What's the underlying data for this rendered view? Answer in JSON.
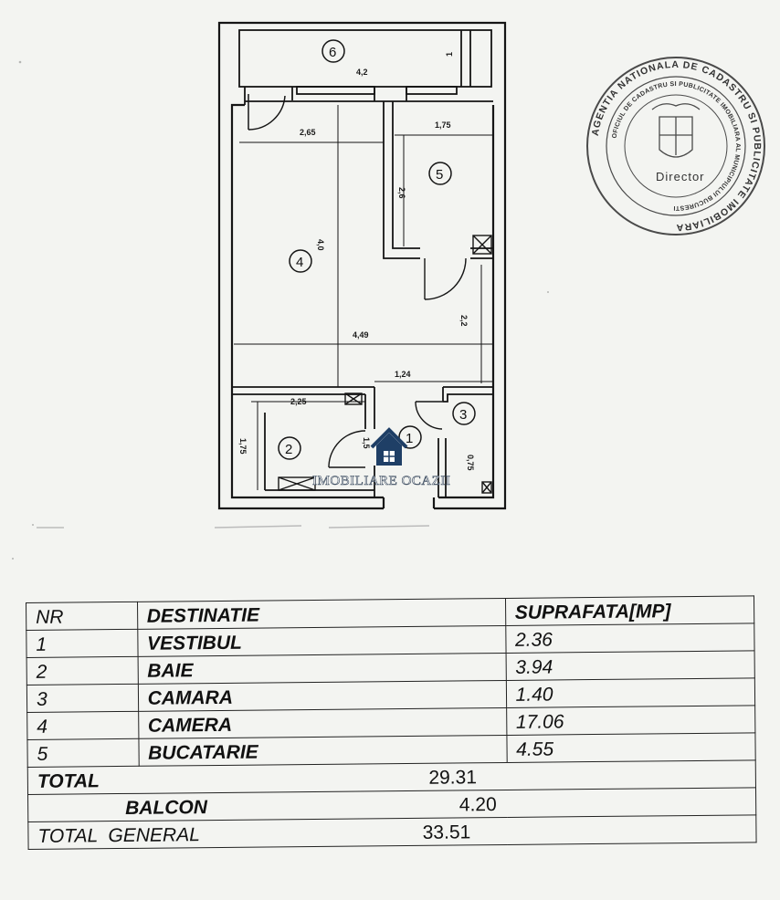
{
  "plan": {
    "rooms": [
      {
        "number": "1",
        "name_ref": "vestibul"
      },
      {
        "number": "2",
        "name_ref": "baie"
      },
      {
        "number": "3",
        "name_ref": "camara"
      },
      {
        "number": "4",
        "name_ref": "camera"
      },
      {
        "number": "5",
        "name_ref": "bucatarie"
      },
      {
        "number": "6",
        "name_ref": "balcon"
      }
    ],
    "dimensions": {
      "balcony_length": "4,2",
      "balcony_depth": "1",
      "camera_width": "2,65",
      "kitchen_width": "1,75",
      "kitchen_depth": "2,6",
      "camera_depth": "4,0",
      "full_width": "4,49",
      "passage_depth": "2,2",
      "hall_width": "1,24",
      "bath_width": "2,25",
      "bath_depth": "1,75",
      "hall_depth": "1,5",
      "pantry_width": "0,75"
    }
  },
  "stamp": {
    "outer_text": "AGENTIA NATIONALA DE CADASTRU SI PUBLICITATE IMOBILIARA",
    "inner_text": "OFICIUL DE CADASTRU SI PUBLICITATE IMOBILIARA AL MUNICIPIULUI BUCURESTI",
    "center_text": "Director"
  },
  "watermark": {
    "text": "IMOBILIARE OCAZII"
  },
  "table": {
    "headers": {
      "nr": "NR",
      "destinatie": "DESTINATIE",
      "suprafata": "SUPRAFATA[MP]"
    },
    "rows": [
      {
        "nr": "1",
        "destinatie": "VESTIBUL",
        "suprafata": "2.36"
      },
      {
        "nr": "2",
        "destinatie": "BAIE",
        "suprafata": "3.94"
      },
      {
        "nr": "3",
        "destinatie": "CAMARA",
        "suprafata": "1.40"
      },
      {
        "nr": "4",
        "destinatie": "CAMERA",
        "suprafata": "17.06"
      },
      {
        "nr": "5",
        "destinatie": "BUCATARIE",
        "suprafata": "4.55"
      }
    ],
    "total": {
      "label": "TOTAL",
      "value": "29.31"
    },
    "balcon": {
      "label": "BALCON",
      "value": "4.20"
    },
    "total_general": {
      "label": "TOTAL  GENERAL",
      "value": "33.51"
    }
  },
  "colors": {
    "paper": "#f3f4f1",
    "ink": "#141414",
    "stamp": "#4a4a4a",
    "watermark_house": "#1f3f66"
  }
}
